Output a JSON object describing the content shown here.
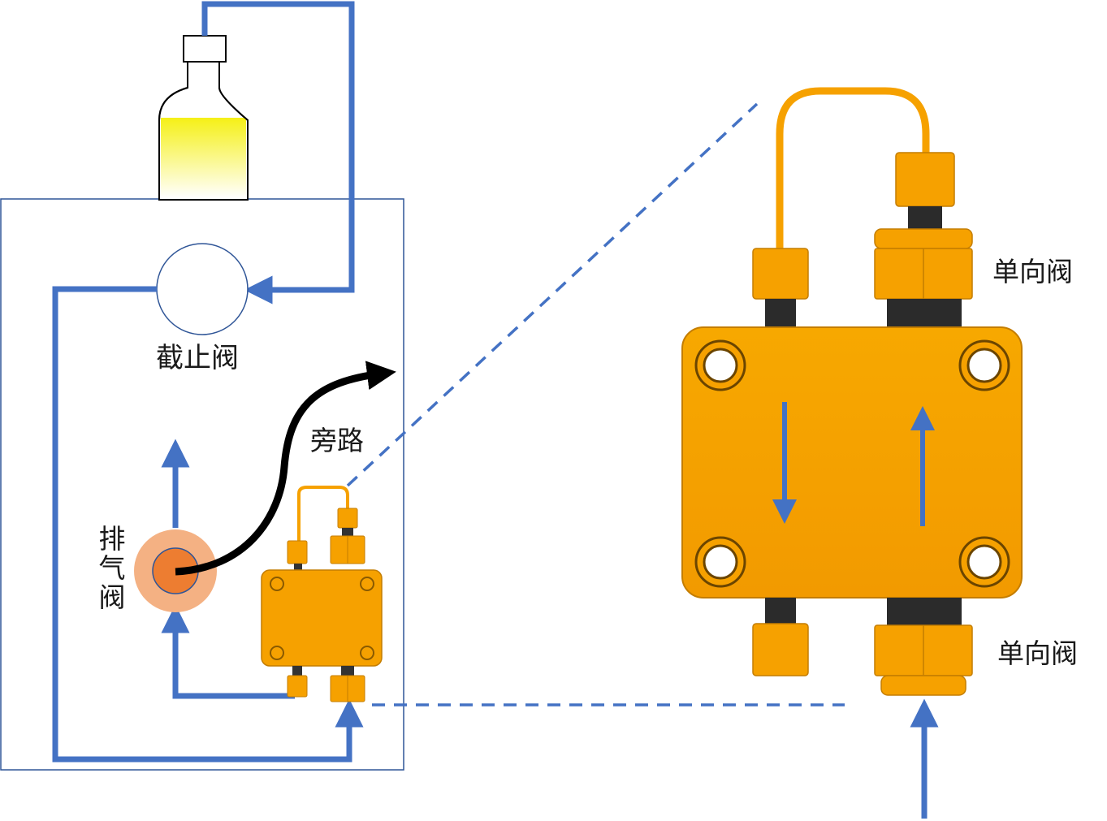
{
  "colors": {
    "pipe_blue": "#4472c4",
    "frame_blue": "#2f5597",
    "block_orange": "#f6a100",
    "block_orange_dark": "#c47d00",
    "bottle_liquid": "#f5f016",
    "vent_outer": "#f4b183",
    "vent_inner": "#ed7d31",
    "bypass_arrow": "#000000"
  },
  "icons": [
    "bottle-icon",
    "stop-valve-icon",
    "vent-valve-icon",
    "check-valve-block-icon"
  ],
  "labels": {
    "stop_valve": "截止阀",
    "bypass": "旁路",
    "vent_valve": "排气阀",
    "check_valve_top": "单向阀",
    "check_valve_bottom": "单向阀"
  }
}
